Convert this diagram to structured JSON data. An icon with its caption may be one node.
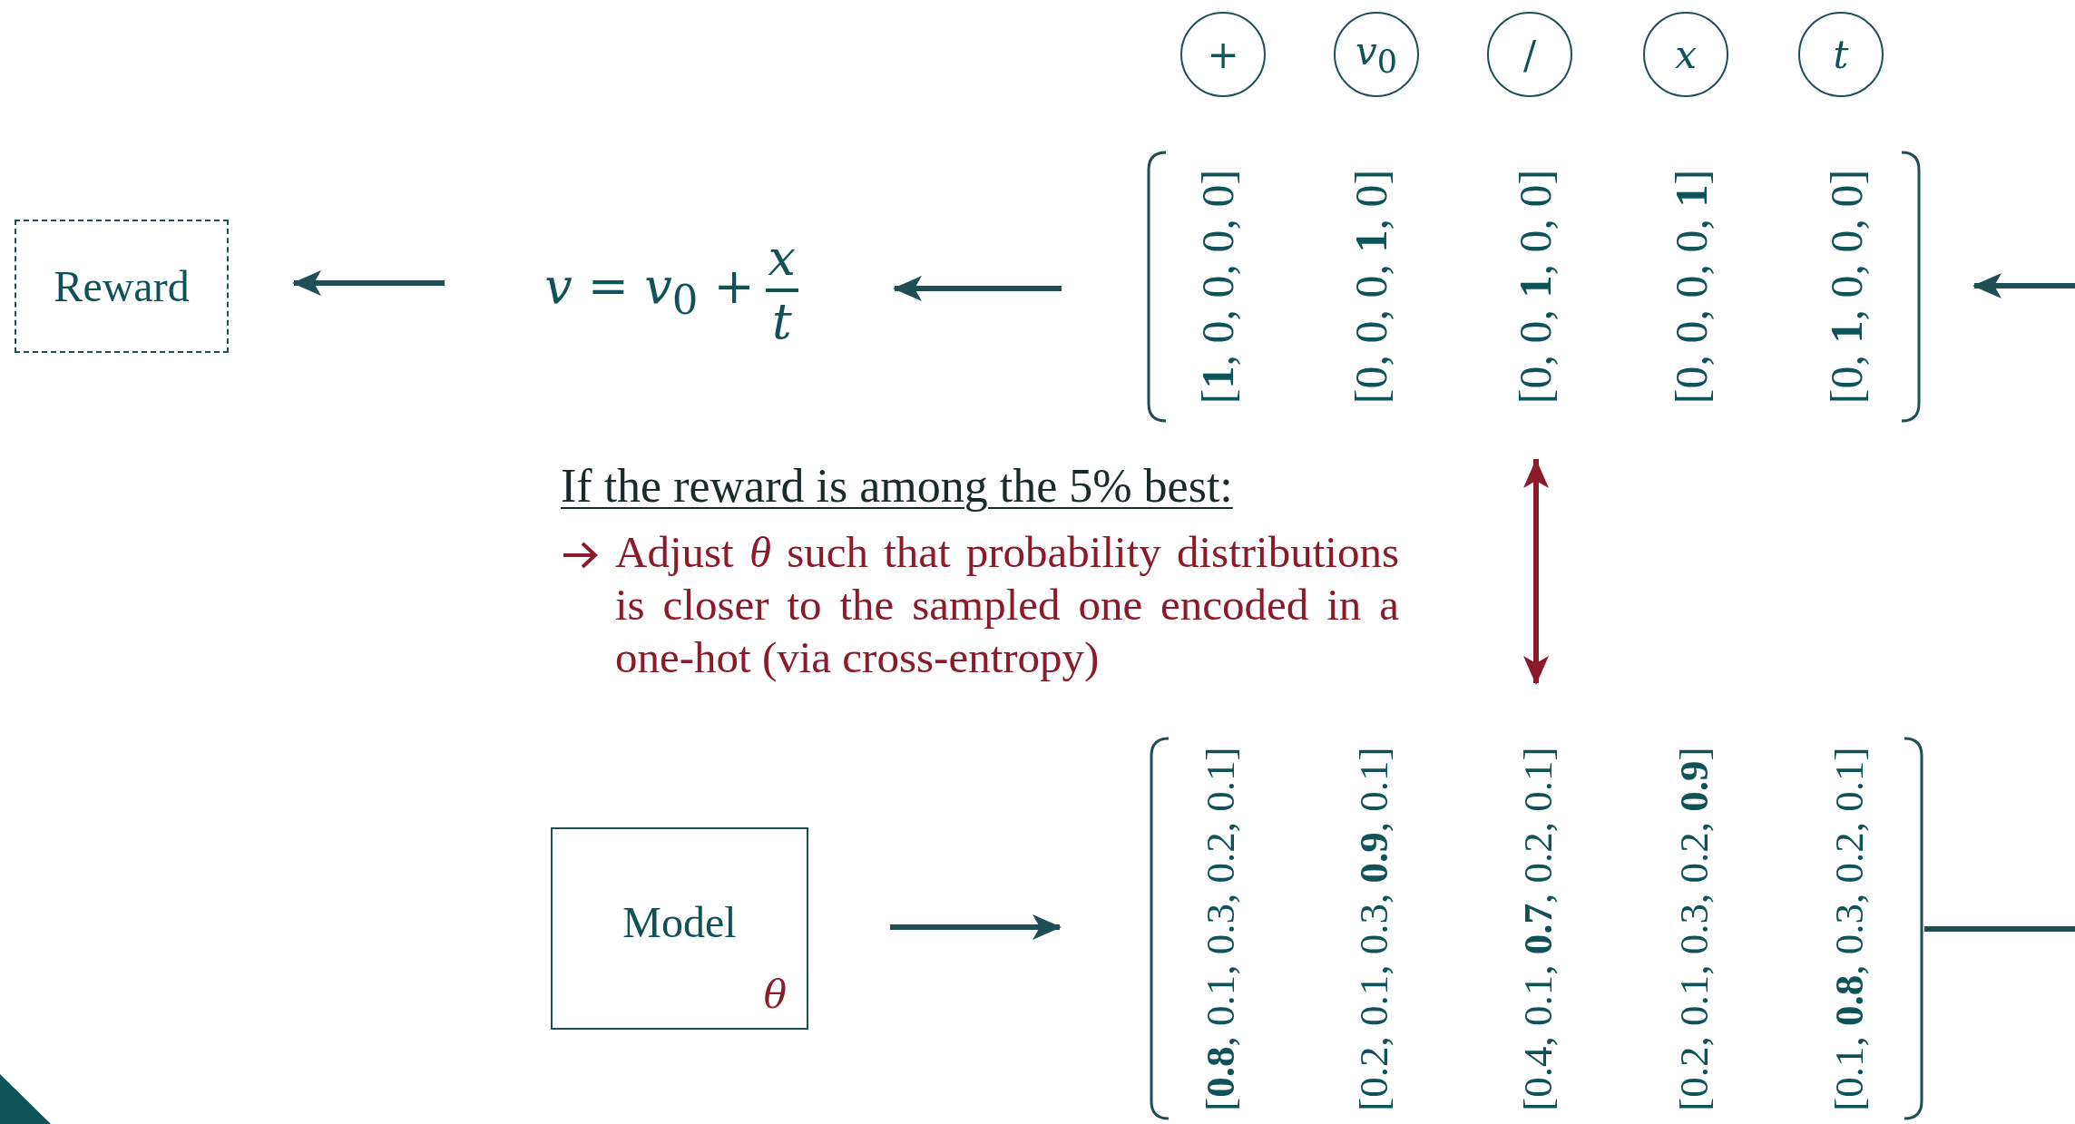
{
  "diagram": {
    "nodes": [
      {
        "text": [
          "Reward"
        ]
      },
      {
        "text": [
          "*v* = *v*$_{0}$ +",
          "*x*",
          "*t*"
        ]
      },
      {
        "text": [
          "[**1**, 0, 0, 0, 0]",
          "[0, 0, 0, **1**, 0]",
          "[0, 0, **1**, 0, 0]",
          "[0, 0, 0, 0, **1**]",
          "[0, **1**, 0, 0, 0]"
        ]
      },
      {
        "text": [
          "[**0.8**, 0.1, 0.3, 0.2, 0.1]",
          "[0.2, 0.1, 0.3, **0.9**, 0.1]",
          "[0.4, 0.1, **0.7**, 0.2, 0.1]",
          "[0.2, 0.1, 0.3, 0.2, **0.9**]",
          "[0.1, **0.8**, 0.3, 0.2, 0.1]"
        ]
      },
      {
        "text": [
          "Model",
          "θ"
        ]
      },
      {
        "text": [
          "+"
        ]
      },
      {
        "text": [
          "*v*$_{0}$"
        ]
      },
      {
        "text": [
          "/"
        ]
      },
      {
        "text": [
          "*x*"
        ]
      },
      {
        "text": [
          "*t*"
        ]
      }
    ],
    "edges": [
      {
        "from": 1,
        "to": 0,
        "arrow": "to"
      },
      {
        "from": 2,
        "to": 1,
        "arrow": "to"
      },
      {
        "from": null,
        "to": 2,
        "arrow": "to"
      },
      {
        "from": 4,
        "to": 3,
        "arrow": "to"
      },
      {
        "from": 3,
        "to": null,
        "arrow": "none"
      },
      {
        "from": 2,
        "to": 3,
        "arrow": "both",
        "color": "#8b1a2b"
      }
    ],
    "labels": [
      "If the reward is among the 5% best:",
      "Adjust *θ* such that probability distributions is closer to the sampled one encoded in a one-hot (via cross-entropy)"
    ]
  }
}
